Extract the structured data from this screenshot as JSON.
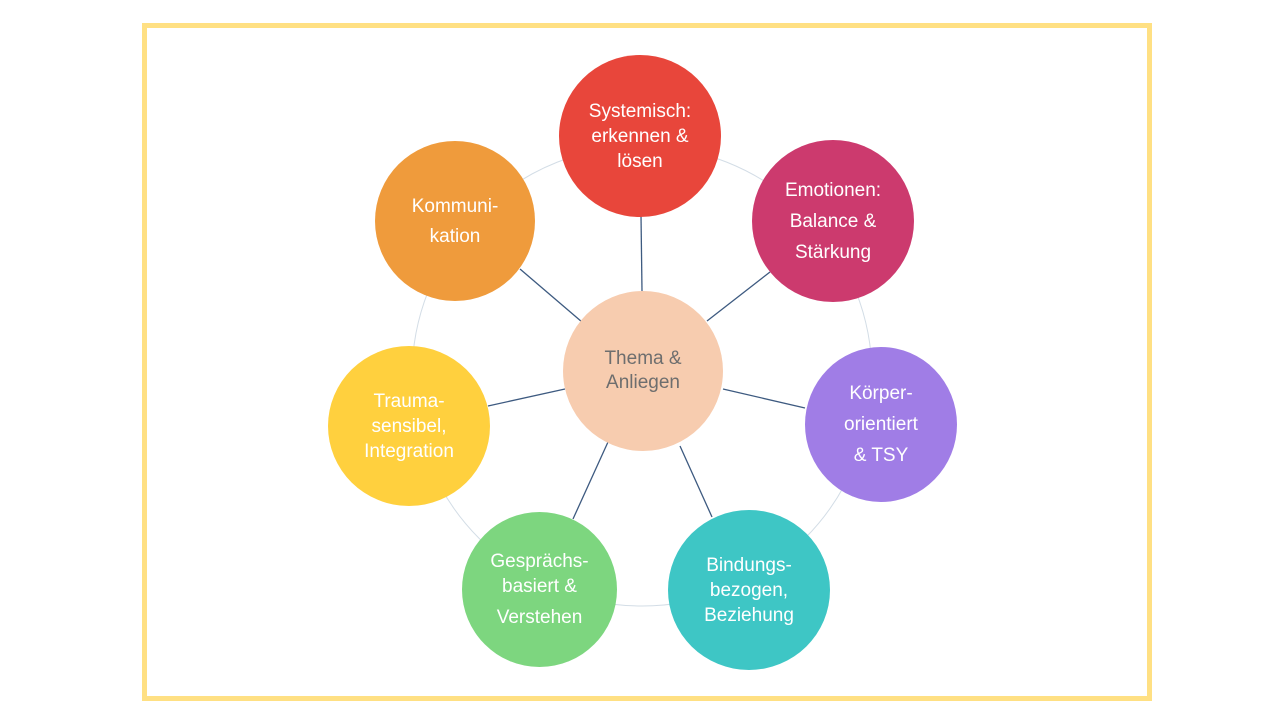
{
  "center": {
    "lines": [
      "Thema &",
      "Anliegen"
    ],
    "color": "#f7ccaf",
    "text_color": "#6e6e6e"
  },
  "nodes": [
    {
      "id": "systemisch",
      "lines": [
        "Systemisch:",
        "erkennen &",
        "lösen"
      ],
      "color": "#e8463b"
    },
    {
      "id": "emotionen",
      "lines": [
        "Emotionen:",
        "Balance &",
        "Stärkung"
      ],
      "color": "#cc3a6e"
    },
    {
      "id": "koerper",
      "lines": [
        "Körper-",
        "orientiert",
        "& TSY"
      ],
      "color": "#a07de6"
    },
    {
      "id": "bindung",
      "lines": [
        "Bindungs-",
        "bezogen,",
        "Beziehung"
      ],
      "color": "#3ec6c5"
    },
    {
      "id": "gespraech",
      "lines": [
        "Gesprächs-",
        "basiert &",
        "Verstehen"
      ],
      "color": "#7dd67f"
    },
    {
      "id": "trauma",
      "lines": [
        "Trauma-",
        "sensibel,",
        "Integration"
      ],
      "color": "#ffd03e"
    },
    {
      "id": "kommunikation",
      "lines": [
        "Kommuni-",
        "kation"
      ],
      "color": "#ef9b3c"
    }
  ],
  "colors": {
    "frame": "#ffe083",
    "spoke": "#3d5a80",
    "ring": "#d3dde6"
  }
}
